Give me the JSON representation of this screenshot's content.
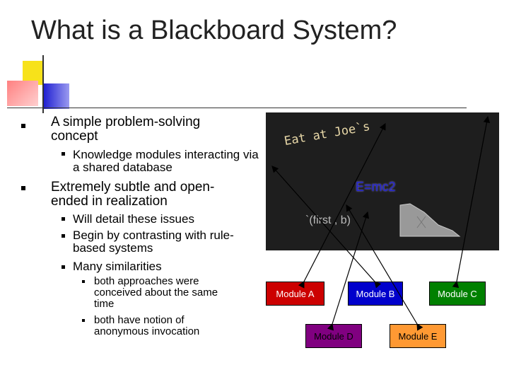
{
  "slide": {
    "title": "What is a Blackboard System?",
    "bullets": {
      "b1": "A simple problem-solving concept",
      "b1_1": "Knowledge modules interacting via a shared database",
      "b2": "Extremely subtle and open-ended in realization",
      "b2_1": "Will detail these issues",
      "b2_2": "Begin by contrasting with rule-based systems",
      "b2_3": "Many similarities",
      "b2_3_1": "both approaches were conceived about the same time",
      "b2_3_2": "both have notion of anonymous invocation"
    }
  },
  "blackboard": {
    "text_eat": "Eat at Joe`s",
    "text_emc": "E=mc2",
    "text_first": "`(first , b)"
  },
  "modules": {
    "a": "Module A",
    "b": "Module B",
    "c": "Module C",
    "d": "Module D",
    "e": "Module E"
  },
  "colors": {
    "board": "#1e1e1e",
    "module_a": "#cc0000",
    "module_b": "#0000cc",
    "module_c": "#008000",
    "module_d": "#800080",
    "module_e": "#ff9933",
    "deco_yellow": "#f7e21a",
    "deco_pink": "#ff6a6a",
    "deco_blue": "#2c2cd8"
  }
}
